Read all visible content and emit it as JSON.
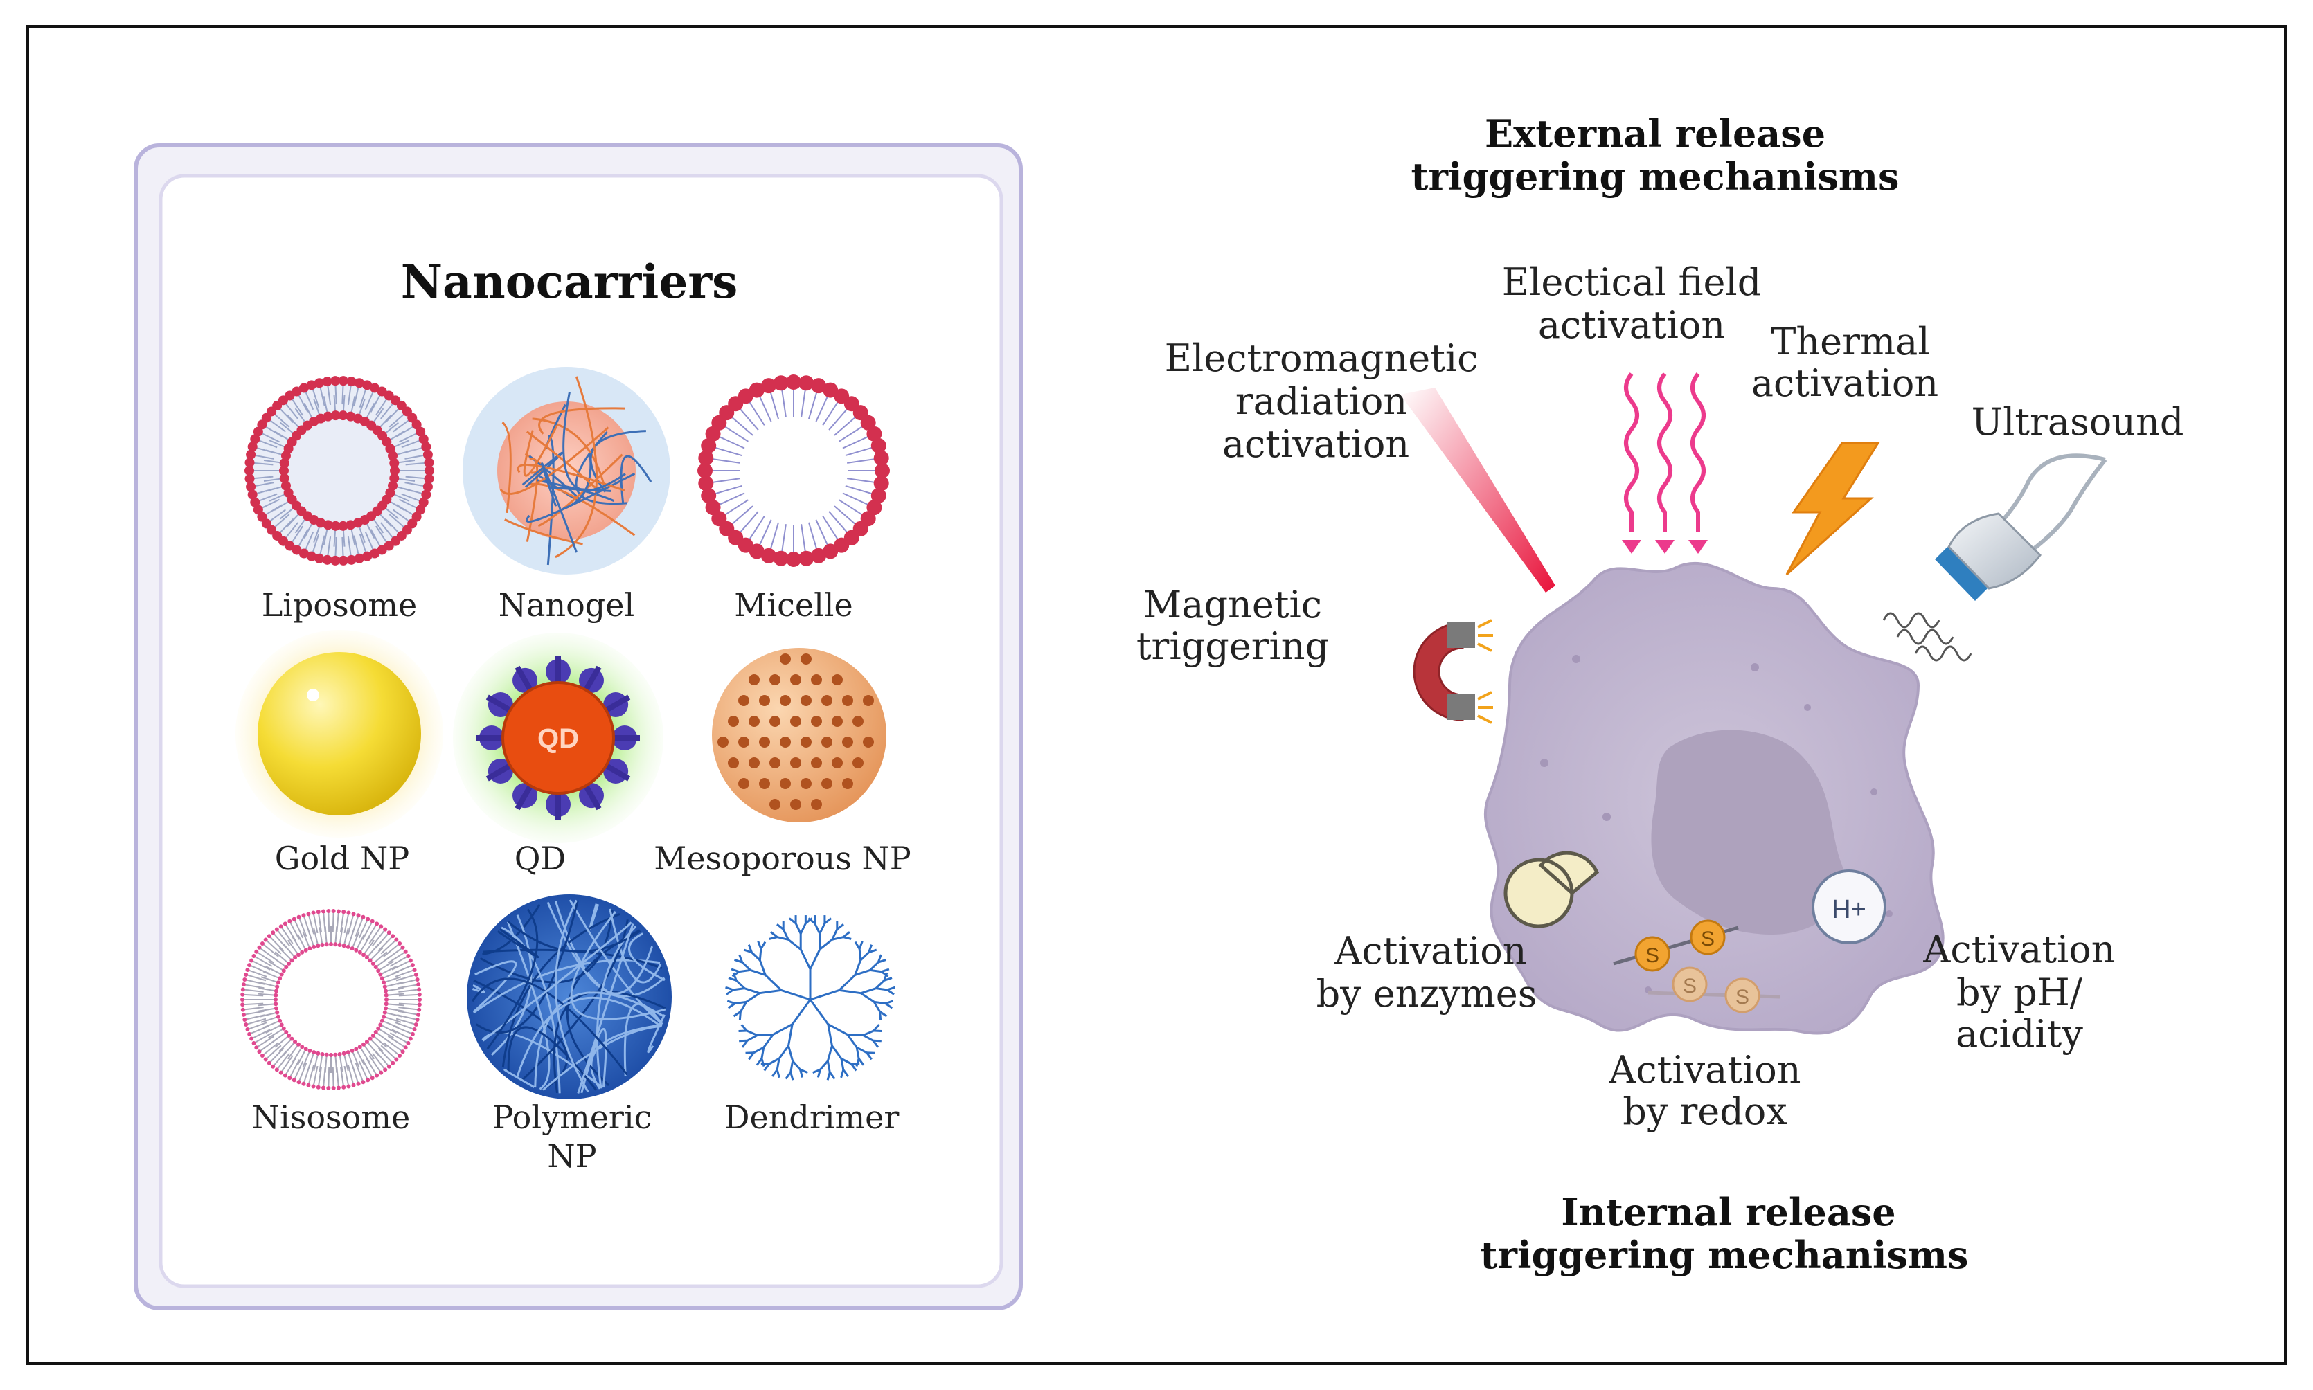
{
  "panel": {
    "title": "Nanocarriers",
    "carriers": [
      {
        "label": "Liposome"
      },
      {
        "label": "Nanogel"
      },
      {
        "label": "Micelle"
      },
      {
        "label": "Gold NP"
      },
      {
        "label": "QD",
        "badge": "QD"
      },
      {
        "label": "Mesoporous NP"
      },
      {
        "label": "Nisosome"
      },
      {
        "label": "Polymeric",
        "label2": "NP"
      },
      {
        "label": "Dendrimer"
      }
    ]
  },
  "external": {
    "heading1": "External release",
    "heading2": "triggering mechanisms",
    "electrical1": "Electical field",
    "electrical2": "activation",
    "em1": "Electromagnetic",
    "em2": "radiation",
    "em3": "activation",
    "thermal1": "Thermal",
    "thermal2": "activation",
    "ultrasound": "Ultrasound",
    "magnetic1": "Magnetic",
    "magnetic2": "triggering"
  },
  "internal": {
    "heading1": "Internal release",
    "heading2": "triggering mechanisms",
    "enzymes1": "Activation",
    "enzymes2": "by enzymes",
    "redox1": "Activation",
    "redox2": "by redox",
    "ph1": "Activation",
    "ph2": "by pH/",
    "ph3": "acidity",
    "hplus": "H+",
    "s": "S"
  },
  "colors": {
    "frame": "#111111",
    "panel_border": "#b9b3dc",
    "cell": "#c9bfd6",
    "liposome_red": "#d3304f",
    "gold": "#f2d41e",
    "qd_core": "#e84d10",
    "nanogel_bg": "#cfe1f3",
    "polymeric_blue": "#2a5fbf",
    "magnet_red": "#b8343a",
    "lightning": "#f39a1e"
  }
}
